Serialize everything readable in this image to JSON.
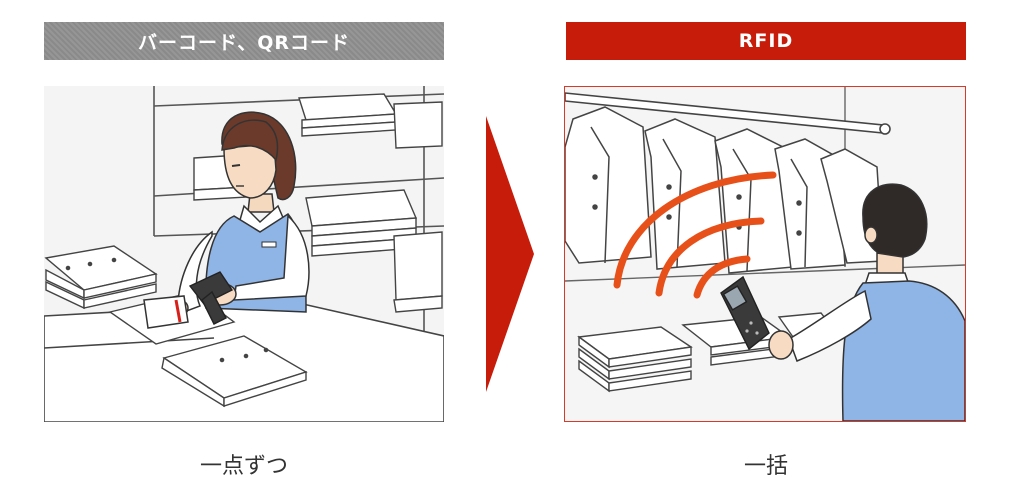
{
  "left": {
    "header": "バーコード、QRコード",
    "caption": "一点ずつ",
    "header_color": "#8a8a8a"
  },
  "right": {
    "header": "RFID",
    "caption": "一括",
    "header_color": "#c81c0a",
    "signal_color": "#e8501a"
  },
  "arrow_color": "#c81c0a",
  "icons": [
    "barcode-scanner-icon",
    "rfid-handheld-reader-icon",
    "radio-wave-icon"
  ]
}
